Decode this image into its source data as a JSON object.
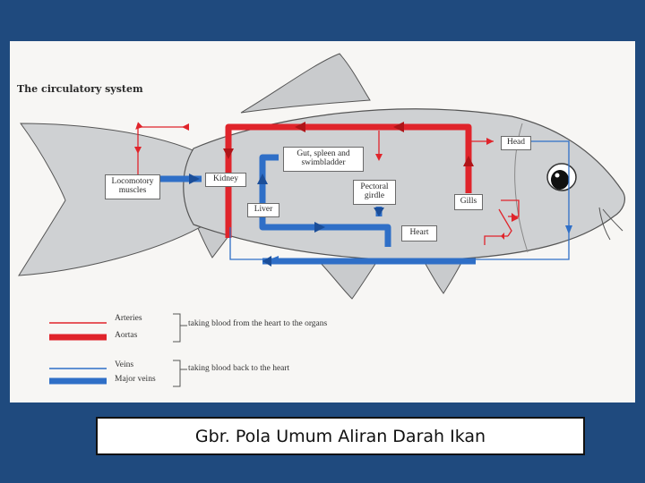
{
  "diagram": {
    "title": "The circulatory system",
    "organs": {
      "locomotory_muscles": "Locomotory\nmuscles",
      "kidney": "Kidney",
      "liver": "Liver",
      "gut": "Gut, spleen and\nswimbladder",
      "pectoral_girdle": "Pectoral\ngirdle",
      "heart": "Heart",
      "gills": "Gills",
      "head": "Head"
    },
    "legend": {
      "arteries": "Arteries",
      "aortas": "Aortas",
      "arteries_note": "taking blood from the heart to the organs",
      "veins": "Veins",
      "major_veins": "Major veins",
      "veins_note": "taking blood back to the heart"
    },
    "colors": {
      "artery": "#e0242b",
      "vein": "#2f6fc7",
      "fish_body": "#cfd1d3",
      "outline": "#555555"
    }
  },
  "caption": "Gbr. Pola Umum Aliran Darah Ikan"
}
